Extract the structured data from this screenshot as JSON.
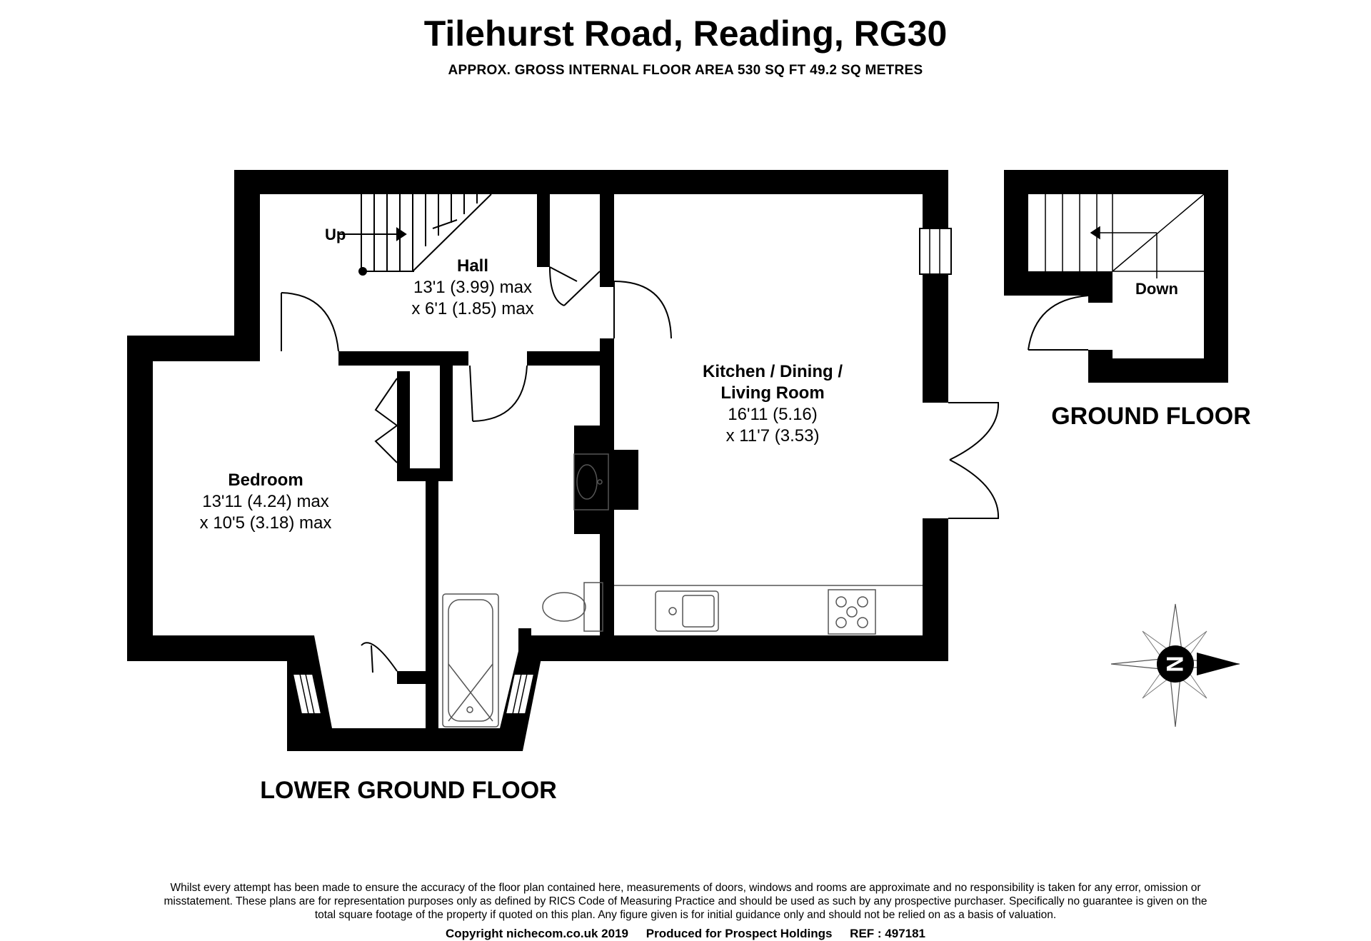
{
  "header": {
    "title": "Tilehurst Road, Reading, RG30",
    "subtitle": "APPROX. GROSS INTERNAL FLOOR AREA 530 SQ FT 49.2 SQ METRES"
  },
  "rooms": {
    "hall": {
      "name": "Hall",
      "dim1": "13'1 (3.99) max",
      "dim2": "x 6'1 (1.85) max"
    },
    "kitchen": {
      "name1": "Kitchen / Dining /",
      "name2": "Living Room",
      "dim1": "16'11 (5.16)",
      "dim2": "x 11'7 (3.53)"
    },
    "bedroom": {
      "name": "Bedroom",
      "dim1": "13'11 (4.24) max",
      "dim2": "x 10'5 (3.18) max"
    }
  },
  "stairs": {
    "up": "Up",
    "down": "Down"
  },
  "floors": {
    "lower": "LOWER GROUND FLOOR",
    "ground": "GROUND FLOOR"
  },
  "compass": {
    "north": "N"
  },
  "footer": {
    "disclaimer": "Whilst every attempt has been made to ensure the accuracy of the floor plan contained here, measurements of doors, windows and rooms are approximate and no responsibility is taken for any error, omission or misstatement. These plans are for representation purposes only as defined by RICS Code of Measuring Practice and should be used as such by any prospective purchaser. Specifically no guarantee is given on the total square footage of the property if quoted on this plan. Any figure given is for initial guidance only and should not be relied on as a basis of valuation.",
    "copyright": "Copyright nichecom.co.uk 2019",
    "produced_for": "Produced for Prospect Holdings",
    "ref": "REF : 497181"
  },
  "colors": {
    "wall": "#000000",
    "fixture": "#555555",
    "background": "#ffffff"
  }
}
